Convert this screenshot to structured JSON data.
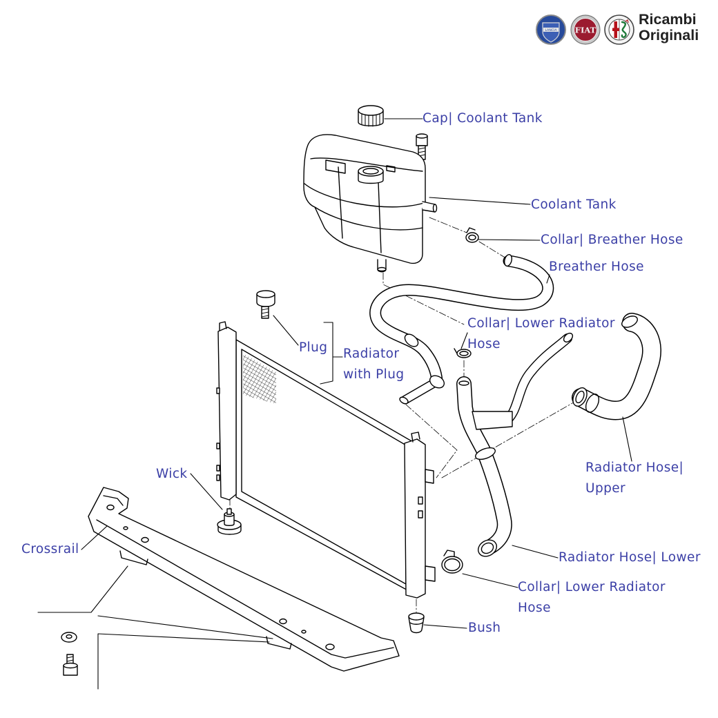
{
  "brand": {
    "line1": "Ricambi",
    "line2": "Originali",
    "logos": [
      {
        "icon": "lancia-logo",
        "text": "LANCIA",
        "color": "#274a9b"
      },
      {
        "icon": "fiat-logo",
        "text": "FIAT",
        "color": "#9b1b2f"
      },
      {
        "icon": "alfa-romeo-logo",
        "color": "#b5121b",
        "accent": "#1f7a3a"
      }
    ]
  },
  "colors": {
    "label": "#3b3fa6",
    "line": "#000000",
    "background": "#ffffff"
  },
  "labels": {
    "cap_coolant_tank": {
      "lines": [
        "Cap| Coolant Tank"
      ]
    },
    "coolant_tank": {
      "lines": [
        "Coolant Tank"
      ]
    },
    "collar_breather_hose": {
      "lines": [
        "Collar| Breather Hose"
      ]
    },
    "breather_hose": {
      "lines": [
        "Breather Hose"
      ]
    },
    "collar_lower_radiator_hose_a": {
      "lines": [
        "Collar| Lower Radiator",
        "Hose"
      ]
    },
    "plug": {
      "lines": [
        "Plug"
      ]
    },
    "radiator_with_plug": {
      "lines": [
        "Radiator",
        "with Plug"
      ]
    },
    "radiator_hose_upper": {
      "lines": [
        "Radiator Hose|",
        "Upper"
      ]
    },
    "wick": {
      "lines": [
        "Wick"
      ]
    },
    "crossrail": {
      "lines": [
        "Crossrail"
      ]
    },
    "radiator_hose_lower": {
      "lines": [
        "Radiator Hose| Lower"
      ]
    },
    "collar_lower_radiator_hose_b": {
      "lines": [
        "Collar| Lower Radiator",
        "Hose"
      ]
    },
    "bush": {
      "lines": [
        "Bush"
      ]
    }
  }
}
